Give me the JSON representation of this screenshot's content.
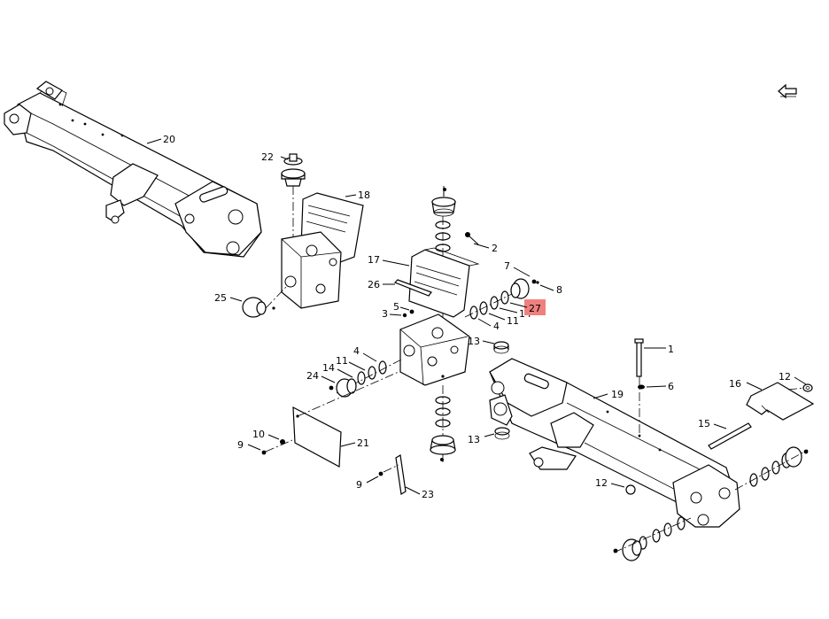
{
  "diagram": {
    "highlight_color": "#f08080",
    "labels": {
      "l1": "1",
      "l2": "2",
      "l3": "3",
      "l4a": "4",
      "l4b": "4",
      "l5": "5",
      "l6": "6",
      "l7": "7",
      "l8": "8",
      "l9a": "9",
      "l9b": "9",
      "l10": "10",
      "l11a": "11",
      "l11b": "11",
      "l12a": "12",
      "l12b": "12",
      "l13a": "13",
      "l13b": "13",
      "l14a": "14",
      "l14b": "14",
      "l15": "15",
      "l16": "16",
      "l17": "17",
      "l18": "18",
      "l19": "19",
      "l20": "20",
      "l21": "21",
      "l22": "22",
      "l23": "23",
      "l24": "24",
      "l25": "25",
      "l26": "26",
      "l27": "27"
    },
    "nav_icon": "back-arrow-icon"
  }
}
